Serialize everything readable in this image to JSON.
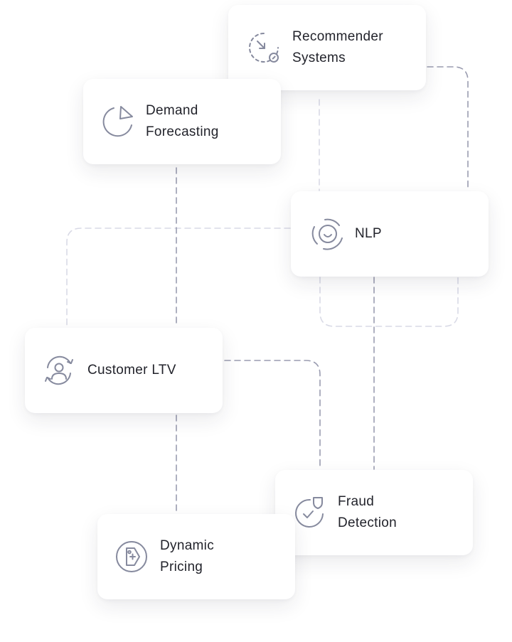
{
  "colors": {
    "dash_strong": "#9a9cb0",
    "dash_faint": "#d9dae6",
    "icon_stroke": "#868a9e",
    "text": "#22232b",
    "card_bg": "#ffffff"
  },
  "cards": {
    "recommender": {
      "label": "Recommender\nSystems",
      "icon": "recommendation-icon"
    },
    "demand": {
      "label": "Demand\nForecasting",
      "icon": "pie-chart-icon"
    },
    "nlp": {
      "label": "NLP",
      "icon": "speech-face-icon"
    },
    "ltv": {
      "label": "Customer LTV",
      "icon": "user-cycle-icon"
    },
    "fraud": {
      "label": "Fraud\nDetection",
      "icon": "shield-check-icon"
    },
    "pricing": {
      "label": "Dynamic\nPricing",
      "icon": "price-tag-icon"
    }
  }
}
